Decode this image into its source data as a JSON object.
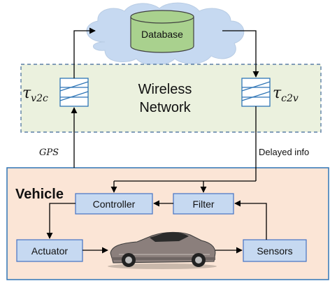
{
  "cloud": {
    "database_label": "Database"
  },
  "network": {
    "label_line1": "Wireless",
    "label_line2": "Network",
    "tau_v2c_symbol": "τ",
    "tau_v2c_sub": "v2c",
    "tau_c2v_symbol": "τ",
    "tau_c2v_sub": "c2v"
  },
  "links": {
    "gps_label": "GPS",
    "delayed_label": "Delayed info"
  },
  "vehicle": {
    "title": "Vehicle",
    "controller_label": "Controller",
    "filter_label": "Filter",
    "actuator_label": "Actuator",
    "sensors_label": "Sensors"
  },
  "colors": {
    "cloud_fill": "#c6d9f1",
    "database_fill": "#a9d18e",
    "network_fill": "#ebf1de",
    "vehicle_fill": "#fbe5d6",
    "block_fill": "#c6d9f1",
    "border_blue": "#2e75b6",
    "block_border": "#4472c4"
  }
}
